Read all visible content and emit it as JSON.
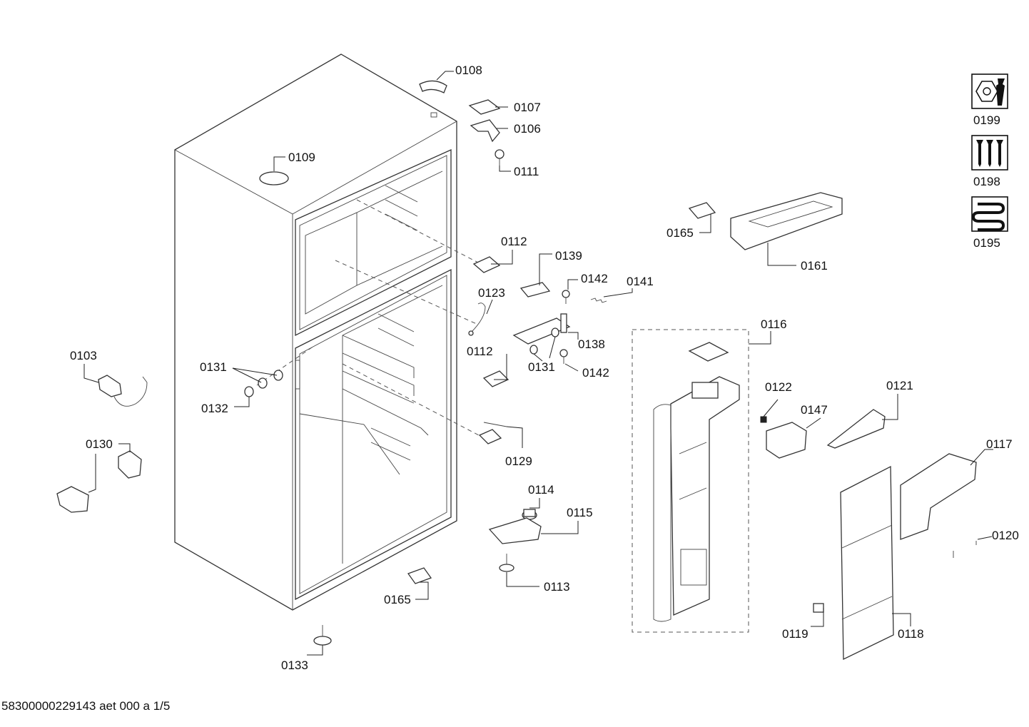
{
  "document_id": "58300000229143 aet 000 a 1/5",
  "part_labels": {
    "p0108": "0108",
    "p0107": "0107",
    "p0106": "0106",
    "p0109": "0109",
    "p0111": "0111",
    "p0112a": "0112",
    "p0112b": "0112",
    "p0139": "0139",
    "p0142a": "0142",
    "p0142b": "0142",
    "p0141": "0141",
    "p0123": "0123",
    "p0138": "0138",
    "p0131a": "0131",
    "p0131b": "0131",
    "p0132": "0132",
    "p0103": "0103",
    "p0130": "0130",
    "p0129": "0129",
    "p0114": "0114",
    "p0115": "0115",
    "p0113": "0113",
    "p0165a": "0165",
    "p0165b": "0165",
    "p0133": "0133",
    "p0116": "0116",
    "p0122": "0122",
    "p0147": "0147",
    "p0121": "0121",
    "p0117": "0117",
    "p0120": "0120",
    "p0119": "0119",
    "p0118": "0118",
    "p0161": "0161",
    "p0199": "0199",
    "p0198": "0198",
    "p0195": "0195"
  },
  "icons": {
    "p0199": "hex-nut-wrench-icon",
    "p0198": "screws-icon",
    "p0195": "heating-coil-icon"
  }
}
